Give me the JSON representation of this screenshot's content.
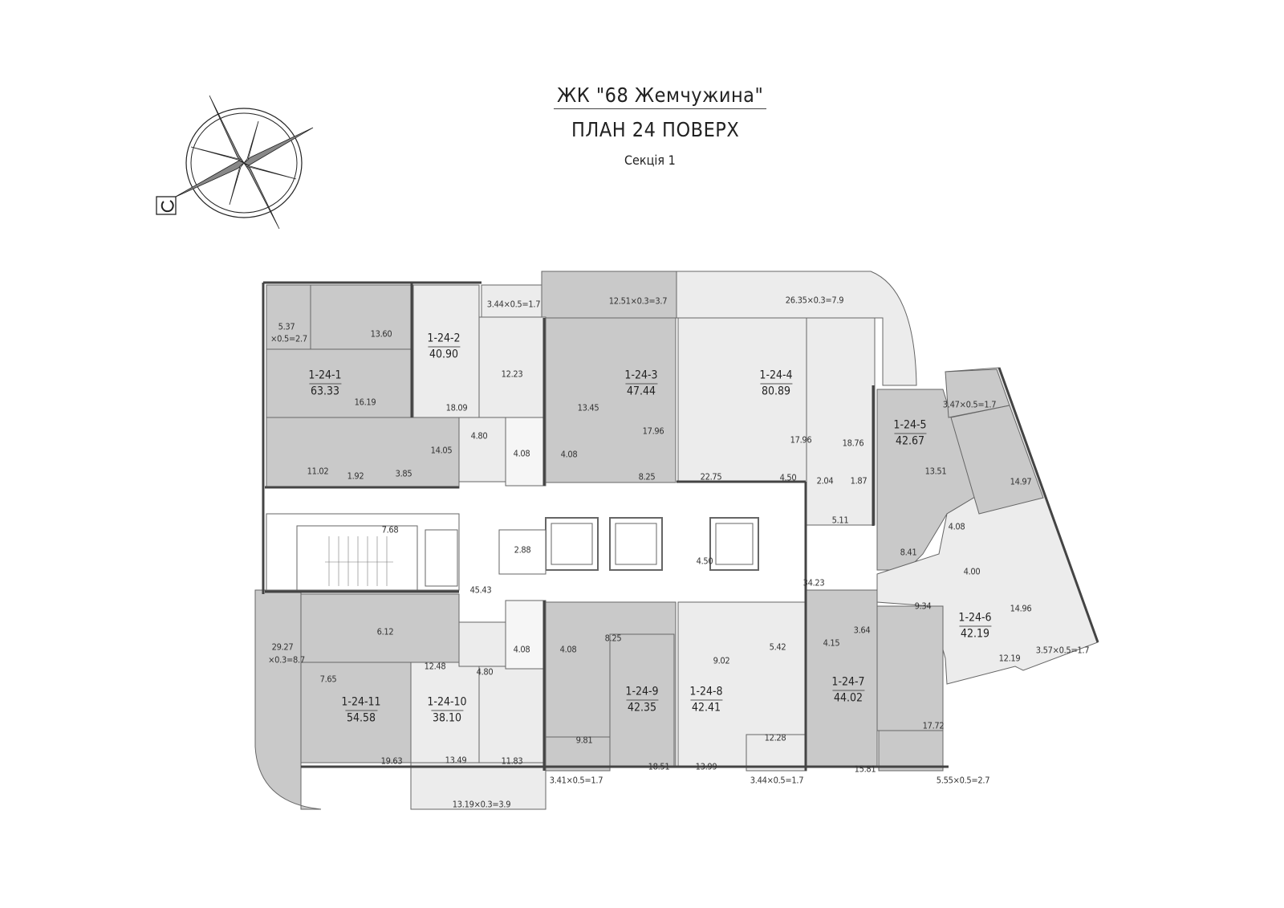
{
  "header": {
    "title": "ЖК \"68 Жемчужина\"",
    "plan": "ПЛАН 24 ПОВЕРХ",
    "section": "Секція 1"
  },
  "colors": {
    "dark_room": "#c9c9c9",
    "light_room": "#ececec",
    "wall": "#555555"
  },
  "apartments": [
    {
      "id": "1-24-1",
      "area": "63.33"
    },
    {
      "id": "1-24-2",
      "area": "40.90"
    },
    {
      "id": "1-24-3",
      "area": "47.44"
    },
    {
      "id": "1-24-4",
      "area": "80.89"
    },
    {
      "id": "1-24-5",
      "area": "42.67"
    },
    {
      "id": "1-24-6",
      "area": "42.19"
    },
    {
      "id": "1-24-7",
      "area": "44.02"
    },
    {
      "id": "1-24-8",
      "area": "42.41"
    },
    {
      "id": "1-24-9",
      "area": "42.35"
    },
    {
      "id": "1-24-10",
      "area": "38.10"
    },
    {
      "id": "1-24-11",
      "area": "54.58"
    }
  ],
  "rooms": [
    "5.37",
    "×0.5=2.7",
    "13.60",
    "16.19",
    "18.09",
    "12.23",
    "13.45",
    "17.96",
    "4.80",
    "14.05",
    "11.02",
    "1.92",
    "3.85",
    "4.08",
    "4.08",
    "8.25",
    "22.75",
    "4.50",
    "17.96",
    "18.76",
    "2.04",
    "1.87",
    "5.11",
    "13.51",
    "14.97",
    "4.08",
    "8.41",
    "4.00",
    "9.34",
    "14.96",
    "12.19",
    "3.57×0.5=1.7",
    "3.47×0.5=1.7",
    "26.35×0.3=7.9",
    "12.51×0.3=3.7",
    "3.44×0.5=1.7",
    "7.68",
    "2.88",
    "45.43",
    "4.50",
    "34.23",
    "29.27",
    "×0.3=8.7",
    "6.12",
    "12.48",
    "7.65",
    "4.80",
    "4.08",
    "4.08",
    "8.25",
    "19.63",
    "13.49",
    "11.83",
    "9.81",
    "18.51",
    "3.41×0.5=1.7",
    "13.19×0.3=3.9",
    "13.99",
    "12.28",
    "3.44×0.5=1.7",
    "9.02",
    "5.42",
    "4.15",
    "3.64",
    "15.81",
    "17.72",
    "5.55×0.5=2.7"
  ]
}
